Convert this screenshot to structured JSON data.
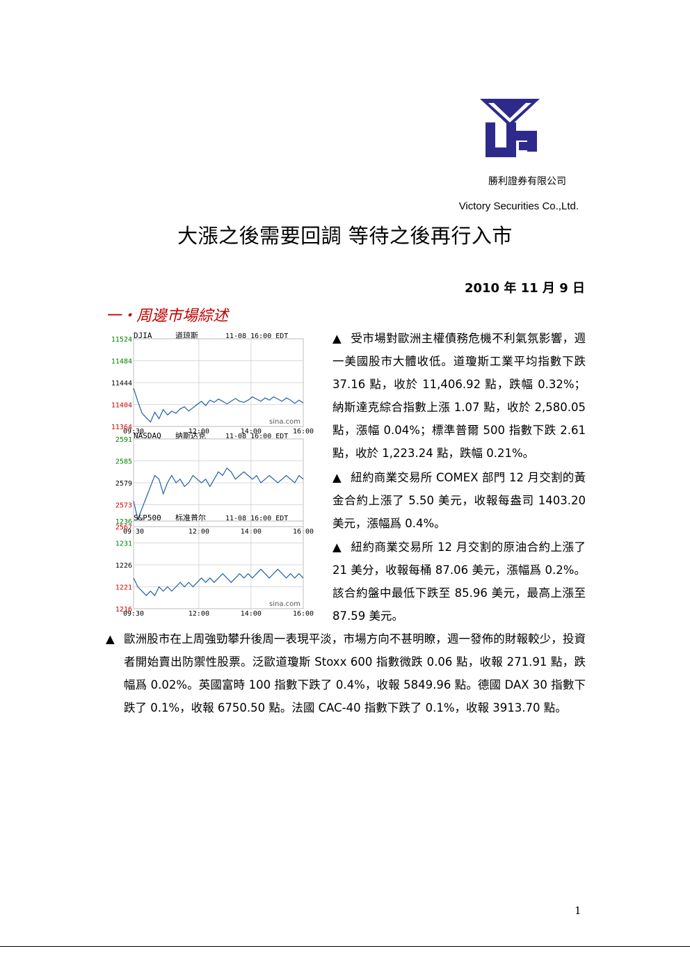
{
  "header": {
    "company_zh": "勝利證券有限公司",
    "company_en": "Victory Securities Co.,Ltd.",
    "logo_color": "#2e2a8c"
  },
  "title": "大漲之後需要回調 等待之後再行入市",
  "report_date": "2010 年 11 月 9 日",
  "section_heading": "一・周邊市場綜述",
  "paragraphs": {
    "us_markets": "受市場對歐洲主權債務危機不利氣氛影響，週一美國股市大體收低。道瓊斯工業平均指數下跌 37.16 點，收於 11,406.92 點，跌幅 0.32%；納斯達克綜合指數上漲 1.07 點，收於 2,580.05 點，漲幅 0.04%；標準普爾 500 指數下跌 2.61 點，收於 1,223.24 點，跌幅 0.21%。",
    "gold": "紐約商業交易所 COMEX 部門 12 月交割的黃金合約上漲了 5.50 美元，收報每盎司 1403.20 美元，漲幅爲 0.4%。",
    "oil": "紐約商業交易所 12 月交割的原油合約上漲了 21 美分，收報每桶 87.06 美元，漲幅爲 0.2%。該合約盤中最低下跌至 85.96 美元，最高上漲至 87.59 美元。",
    "europe": "歐洲股市在上周強勁攀升後周一表現平淡，市場方向不甚明瞭，週一發佈的財報較少，投資者開始賣出防禦性股票。泛歐道瓊斯 Stoxx 600 指數微跌 0.06 點，收報 271.91 點，跌幅爲 0.02%。英國富時 100 指數下跌了 0.4%，收報 5849.96 點。德國 DAX 30 指數下跌了 0.1%，收報 6750.50 點。法國 CAC-40 指數下跌了 0.1%，收報 3913.70 點。"
  },
  "bullet_symbol": "▲",
  "page_number": "1",
  "chart_data": [
    {
      "type": "line",
      "name": "DJIA",
      "title_left": "DJIA",
      "title_name": "道琼斯",
      "title_time": "11-08 16:00 EDT",
      "watermark": "sina.com",
      "x_ticks": [
        "09:30",
        "12:00",
        "14:00",
        "16:00"
      ],
      "y_ticks": [
        "11524",
        "11484",
        "11444",
        "11404",
        "11364"
      ],
      "y_tick_colors": [
        "#008000",
        "#008000",
        "#000000",
        "#cc0000",
        "#cc0000"
      ],
      "ylim": [
        11364,
        11524
      ],
      "prev_close": 11444,
      "values": [
        11434,
        11410,
        11388,
        11380,
        11372,
        11390,
        11378,
        11395,
        11385,
        11392,
        11388,
        11396,
        11400,
        11392,
        11398,
        11404,
        11410,
        11402,
        11412,
        11408,
        11414,
        11410,
        11405,
        11410,
        11415,
        11410,
        11408,
        11412,
        11418,
        11414,
        11410,
        11416,
        11412,
        11418,
        11414,
        11410,
        11416,
        11412,
        11406,
        11412,
        11407
      ]
    },
    {
      "type": "line",
      "name": "NASDAQ",
      "title_left": "NASDAQ",
      "title_name": "纳斯达克",
      "title_time": "11-08 16:00 EDT",
      "watermark": "",
      "x_ticks": [
        "09:30",
        "12:00",
        "14:00",
        "16:00"
      ],
      "y_ticks": [
        "2591",
        "2585",
        "2579",
        "2573",
        "2567"
      ],
      "y_tick_colors": [
        "#008000",
        "#008000",
        "#000000",
        "#cc0000",
        "#cc0000"
      ],
      "ylim": [
        2567,
        2591
      ],
      "prev_close": 2579,
      "values": [
        2574,
        2569,
        2572,
        2575,
        2578,
        2581,
        2580,
        2576,
        2579,
        2581,
        2579,
        2580,
        2578,
        2579,
        2581,
        2580,
        2579,
        2580,
        2578,
        2580,
        2582,
        2581,
        2583,
        2582,
        2580,
        2581,
        2582,
        2581,
        2580,
        2581,
        2579,
        2580,
        2581,
        2580,
        2579,
        2580,
        2581,
        2580,
        2579,
        2581,
        2580
      ]
    },
    {
      "type": "line",
      "name": "S&P 500",
      "title_left": "S&P500",
      "title_name": "标准普尔",
      "title_time": "11-08 16:00 EDT",
      "watermark": "sina.com",
      "x_ticks": [
        "09:30",
        "12:00",
        "14:00",
        "16:00"
      ],
      "y_ticks": [
        "1236",
        "1231",
        "1226",
        "1221",
        "1216"
      ],
      "y_tick_colors": [
        "#008000",
        "#008000",
        "#000000",
        "#cc0000",
        "#cc0000"
      ],
      "ylim": [
        1216,
        1236
      ],
      "prev_close": 1226,
      "values": [
        1223,
        1221,
        1220,
        1219,
        1220,
        1219,
        1221,
        1220,
        1221,
        1220,
        1221,
        1222,
        1221,
        1222,
        1221,
        1222,
        1223,
        1222,
        1223,
        1222,
        1223,
        1224,
        1223,
        1222,
        1223,
        1224,
        1223,
        1224,
        1223,
        1224,
        1225,
        1224,
        1223,
        1224,
        1225,
        1224,
        1223,
        1224,
        1223,
        1224,
        1223
      ]
    }
  ]
}
